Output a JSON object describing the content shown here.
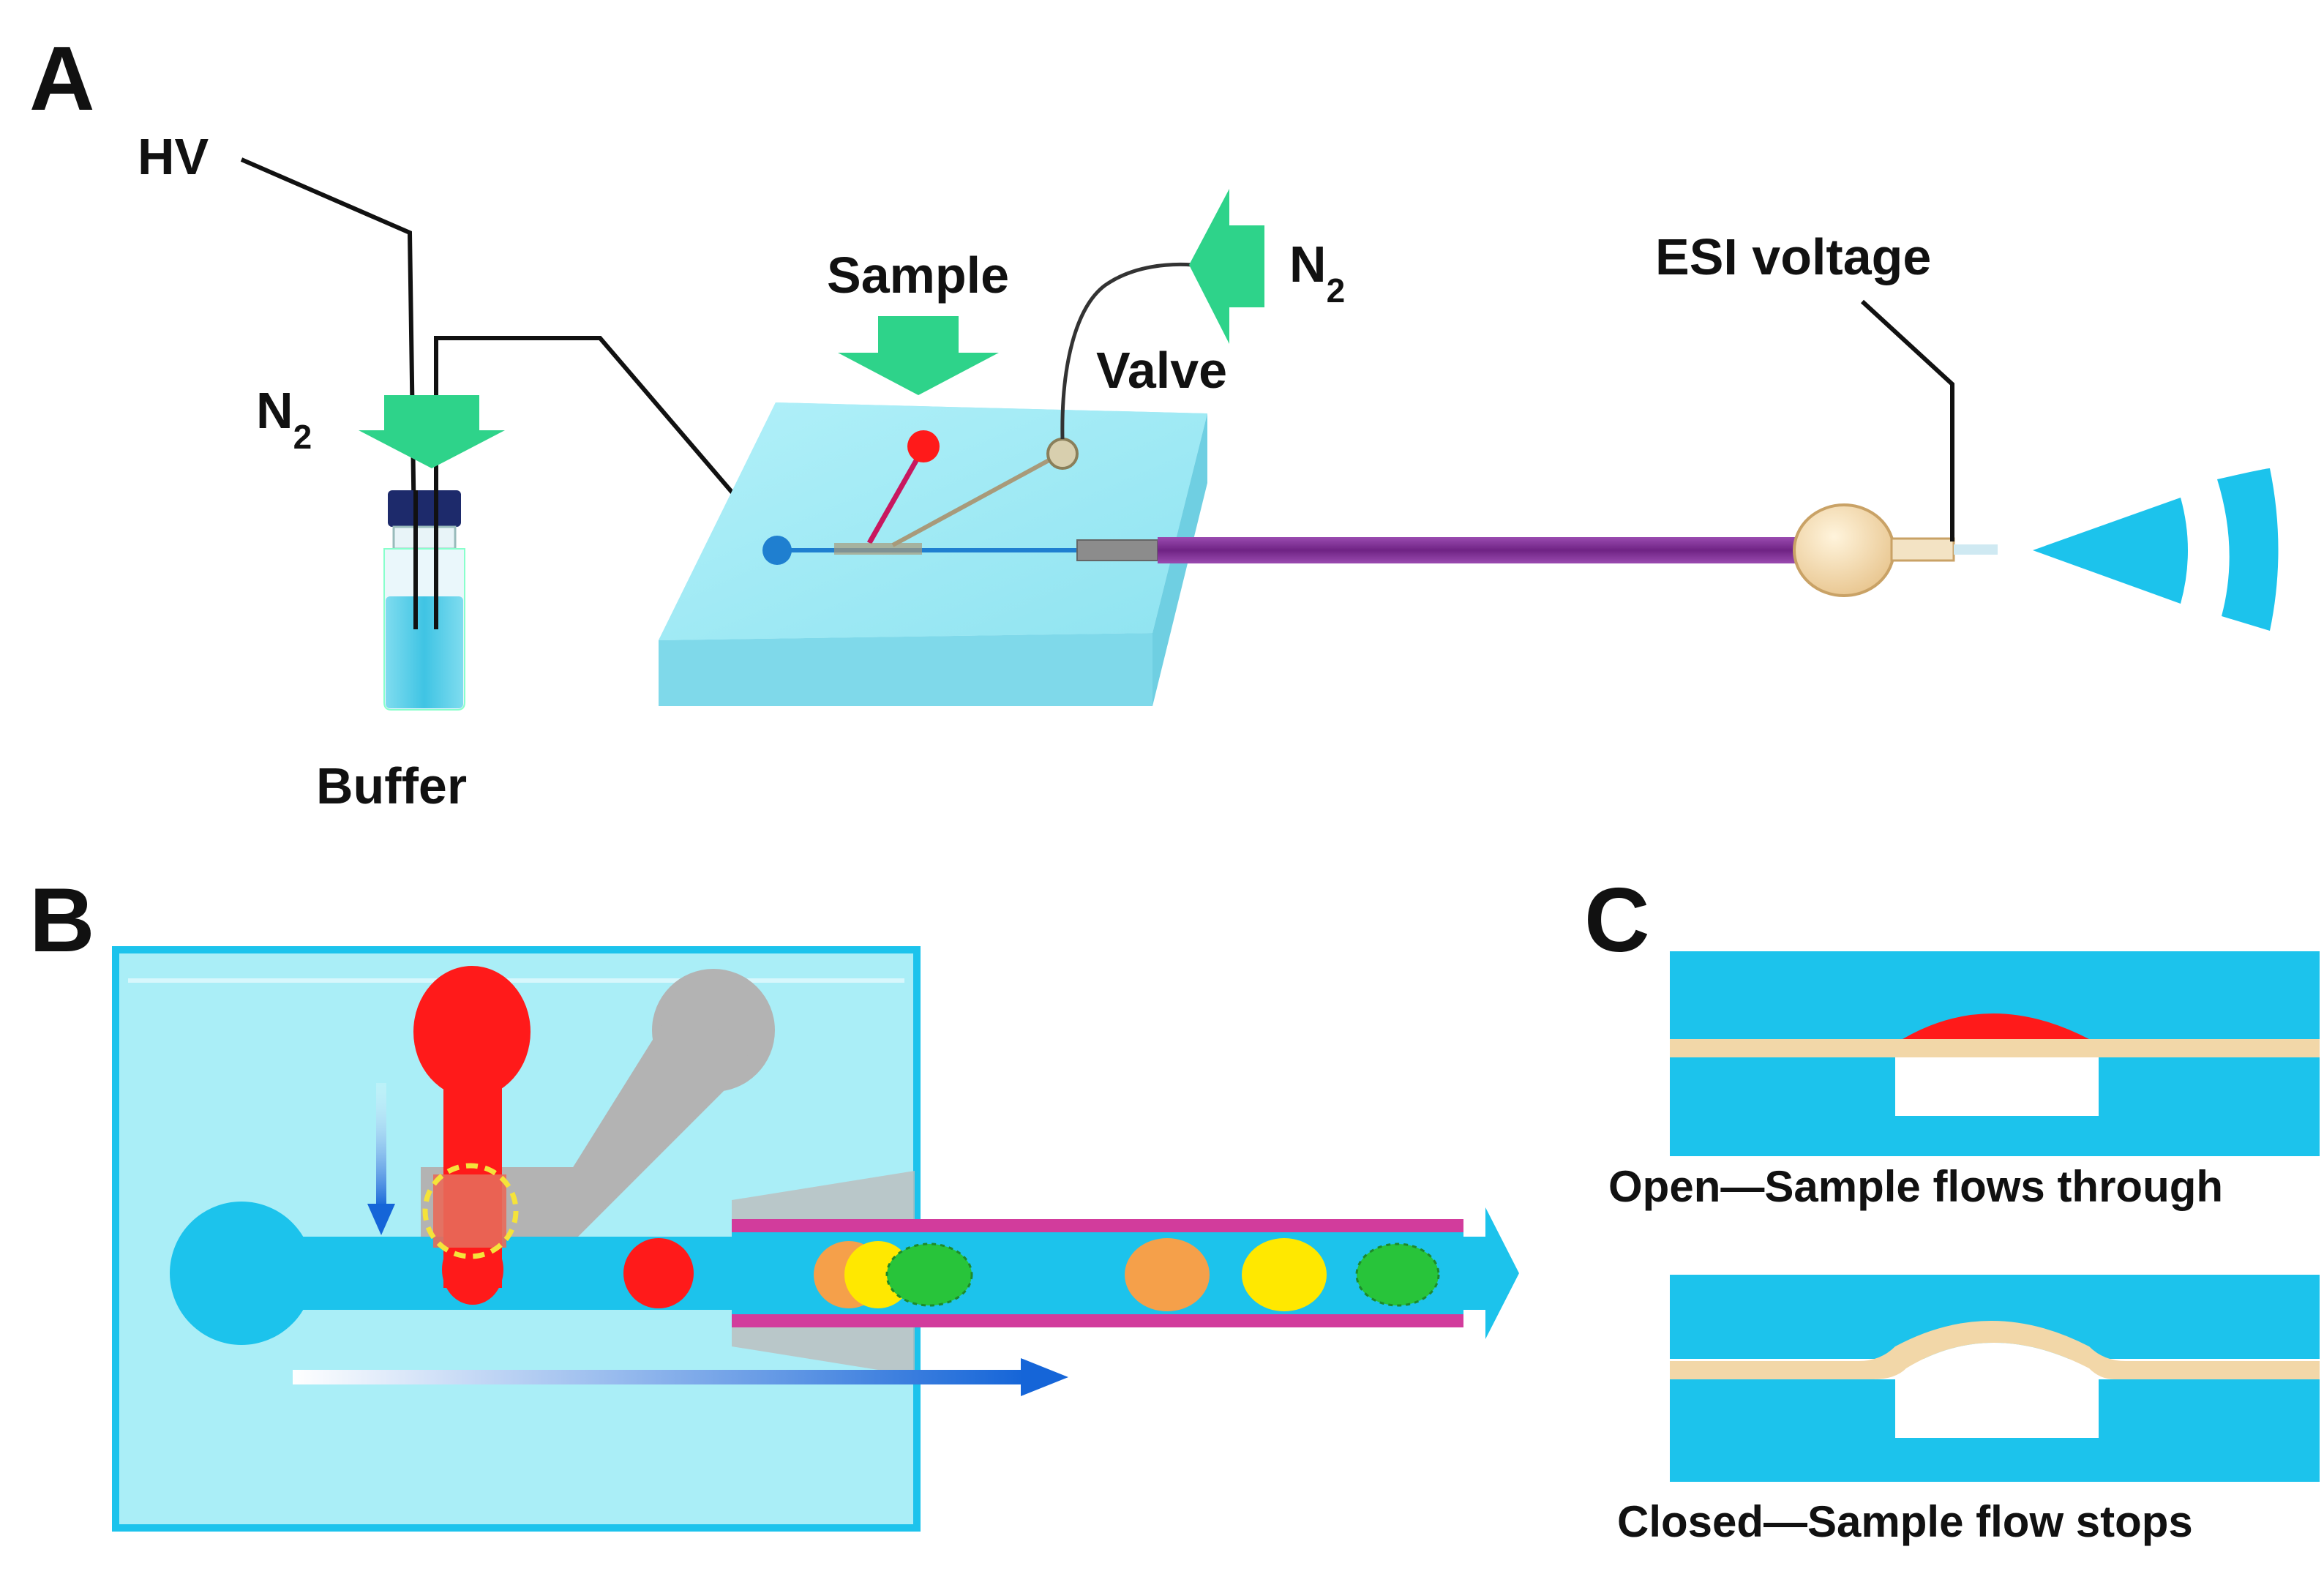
{
  "panels": {
    "a": {
      "letter": "A"
    },
    "b": {
      "letter": "B"
    },
    "c": {
      "letter": "C"
    }
  },
  "labels": {
    "hv": "HV",
    "n2_left_main": "N",
    "n2_left_sub": "2",
    "buffer": "Buffer",
    "sample": "Sample",
    "valve": "Valve",
    "n2_right_main": "N",
    "n2_right_sub": "2",
    "esi_voltage": "ESI voltage"
  },
  "captions": {
    "open": "Open—Sample flows through",
    "closed": "Closed—Sample flow stops"
  },
  "colors": {
    "chip": "#9fecf6",
    "channel": "#1cc3ec",
    "arrow_green": "#2ed38a",
    "sample_red": "#ff1a1a",
    "valve_gray": "#b3b3b3",
    "capillary_purple": "#7a2a8e",
    "capillary_pink": "#d23c9c",
    "membrane": "#f2d7a8",
    "droplet_orange": "#f5a04a",
    "droplet_yellow": "#ffe800",
    "droplet_green": "#28c43a",
    "flow_blue": "#1565d8"
  }
}
